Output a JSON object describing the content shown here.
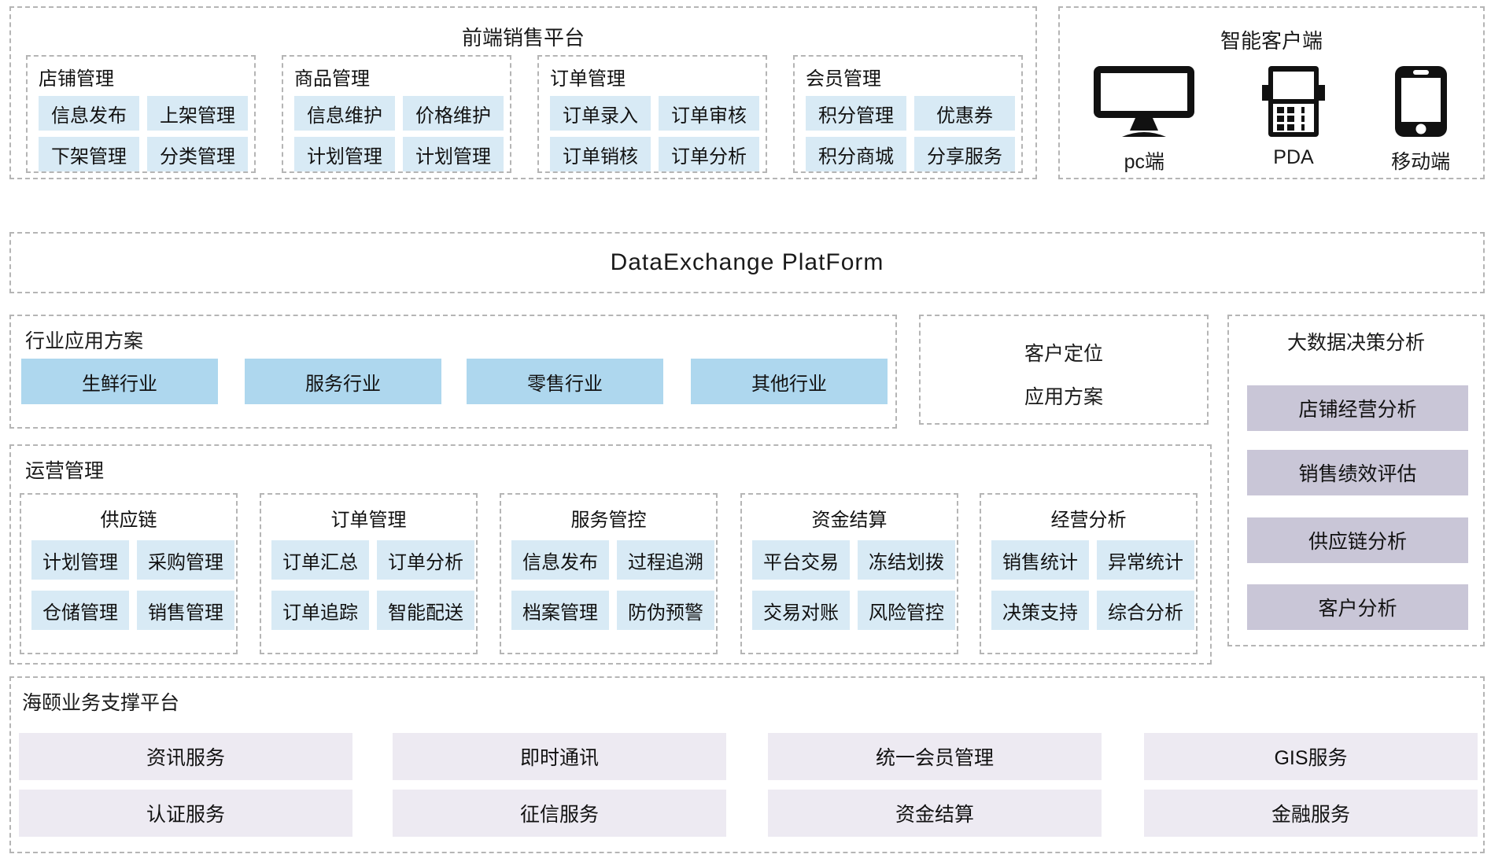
{
  "frontend": {
    "title": "前端销售平台",
    "groups": [
      {
        "title": "店铺管理",
        "items": [
          "信息发布",
          "上架管理",
          "下架管理",
          "分类管理"
        ]
      },
      {
        "title": "商品管理",
        "items": [
          "信息维护",
          "价格维护",
          "计划管理",
          "计划管理"
        ]
      },
      {
        "title": "订单管理",
        "items": [
          "订单录入",
          "订单审核",
          "订单销核",
          "订单分析"
        ]
      },
      {
        "title": "会员管理",
        "items": [
          "积分管理",
          "优惠券",
          "积分商城",
          "分享服务"
        ]
      }
    ]
  },
  "clients": {
    "title": "智能客户端",
    "devices": [
      {
        "icon": "desktop-icon",
        "label": "pc端"
      },
      {
        "icon": "pda-icon",
        "label": "PDA"
      },
      {
        "icon": "mobile-icon",
        "label": "移动端"
      }
    ]
  },
  "exchange": {
    "title": "DataExchange  PlatForm"
  },
  "industry": {
    "title": "行业应用方案",
    "items": [
      "生鲜行业",
      "服务行业",
      "零售行业",
      "其他行业"
    ]
  },
  "positioning": {
    "line1": "客户定位",
    "line2": "应用方案"
  },
  "bigdata": {
    "title": "大数据决策分析",
    "items": [
      "店铺经营分析",
      "销售绩效评估",
      "供应链分析",
      "客户分析"
    ]
  },
  "operations": {
    "title": "运营管理",
    "groups": [
      {
        "title": "供应链",
        "items": [
          "计划管理",
          "采购管理",
          "仓储管理",
          "销售管理"
        ]
      },
      {
        "title": "订单管理",
        "items": [
          "订单汇总",
          "订单分析",
          "订单追踪",
          "智能配送"
        ]
      },
      {
        "title": "服务管控",
        "items": [
          "信息发布",
          "过程追溯",
          "档案管理",
          "防伪预警"
        ]
      },
      {
        "title": "资金结算",
        "items": [
          "平台交易",
          "冻结划拨",
          "交易对账",
          "风险管控"
        ]
      },
      {
        "title": "经营分析",
        "items": [
          "销售统计",
          "异常统计",
          "决策支持",
          "综合分析"
        ]
      }
    ]
  },
  "support": {
    "title": "海颐业务支撑平台",
    "items": [
      "资讯服务",
      "即时通讯",
      "统一会员管理",
      "GIS服务",
      "认证服务",
      "征信服务",
      "资金结算",
      "金融服务"
    ]
  },
  "colors": {
    "chip_light_blue": "#d8eaf5",
    "chip_blue": "#aed7ee",
    "chip_purple": "#c9c6d7",
    "chip_lavender": "#edeaf2",
    "dashed_border": "#b5b5b5",
    "text": "#111111",
    "icon": "#111111"
  }
}
